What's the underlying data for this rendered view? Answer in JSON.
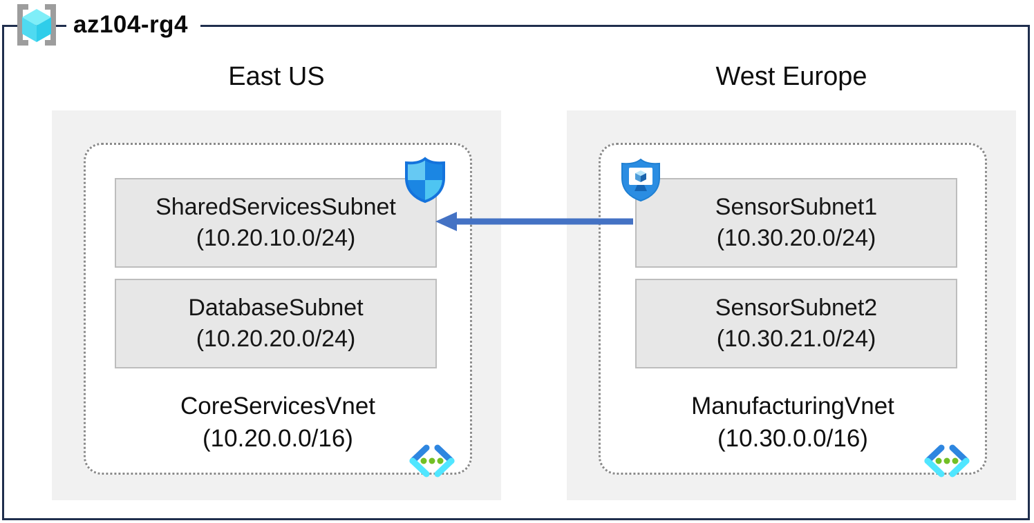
{
  "header": {
    "title": "az104-rg4",
    "icon": "resource-group-icon"
  },
  "regions": [
    {
      "name": "East US",
      "vnet": {
        "name": "CoreServicesVnet",
        "cidr": "(10.20.0.0/16)",
        "icon": "virtual-network-icon"
      },
      "subnets": [
        {
          "name": "SharedServicesSubnet",
          "cidr": "(10.20.10.0/24)",
          "badge": "network-security-group-shield-icon"
        },
        {
          "name": "DatabaseSubnet",
          "cidr": "(10.20.20.0/24)"
        }
      ]
    },
    {
      "name": "West Europe",
      "vnet": {
        "name": "ManufacturingVnet",
        "cidr": "(10.30.0.0/16)",
        "icon": "virtual-network-icon"
      },
      "subnets": [
        {
          "name": "SensorSubnet1",
          "cidr": "(10.30.20.0/24)",
          "badge": "application-security-group-shield-icon"
        },
        {
          "name": "SensorSubnet2",
          "cidr": "(10.30.21.0/24)"
        }
      ]
    }
  ],
  "connection": {
    "from": "SensorSubnet1",
    "to": "SharedServicesSubnet",
    "direction": "right-to-left",
    "arrow_color": "#4472c4"
  },
  "colors": {
    "outer_border": "#1f2e4d",
    "region_fill": "#f1f1f1",
    "subnet_fill": "#e7e7e7",
    "subnet_border": "#bdbdbd",
    "vnet_dotted_border": "#8a8a8a",
    "arrow": "#4472c4",
    "azure_blue": "#1b86e3",
    "azure_cyan": "#50e6ff",
    "vnet_dot_green": "#72bf25"
  }
}
